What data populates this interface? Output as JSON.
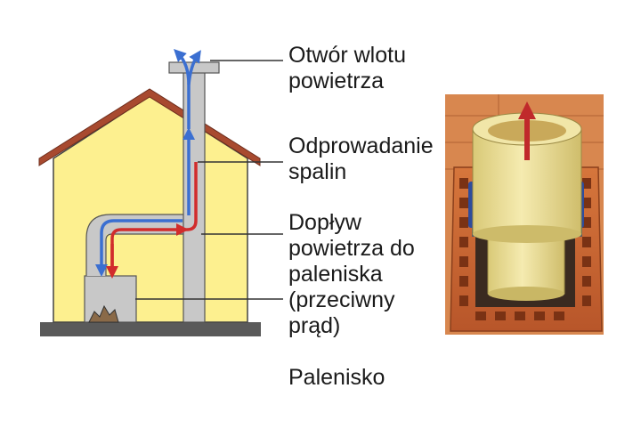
{
  "labels": {
    "air_inlet": [
      "Otwór wlotu",
      "powietrza"
    ],
    "flue_outlet": [
      "Odprowadanie",
      "spalin"
    ],
    "air_supply": [
      "Dopływ",
      "powietrza do",
      "paleniska",
      "(przeciwny",
      "prąd)"
    ],
    "firebox": "Palenisko"
  },
  "colors": {
    "house_wall": "#fdf08f",
    "roof": "#a84a2f",
    "chimney": "#c8c8c8",
    "ground": "#5a5a5a",
    "fresh_air_arrow": "#3b6fd1",
    "flue_gas_arrow": "#d12c2c",
    "brick": "#c8642e",
    "ceramic_liner": "#e9dc8e",
    "clamp": "#2e4c9c",
    "photo_arrow": "#c0292b"
  }
}
